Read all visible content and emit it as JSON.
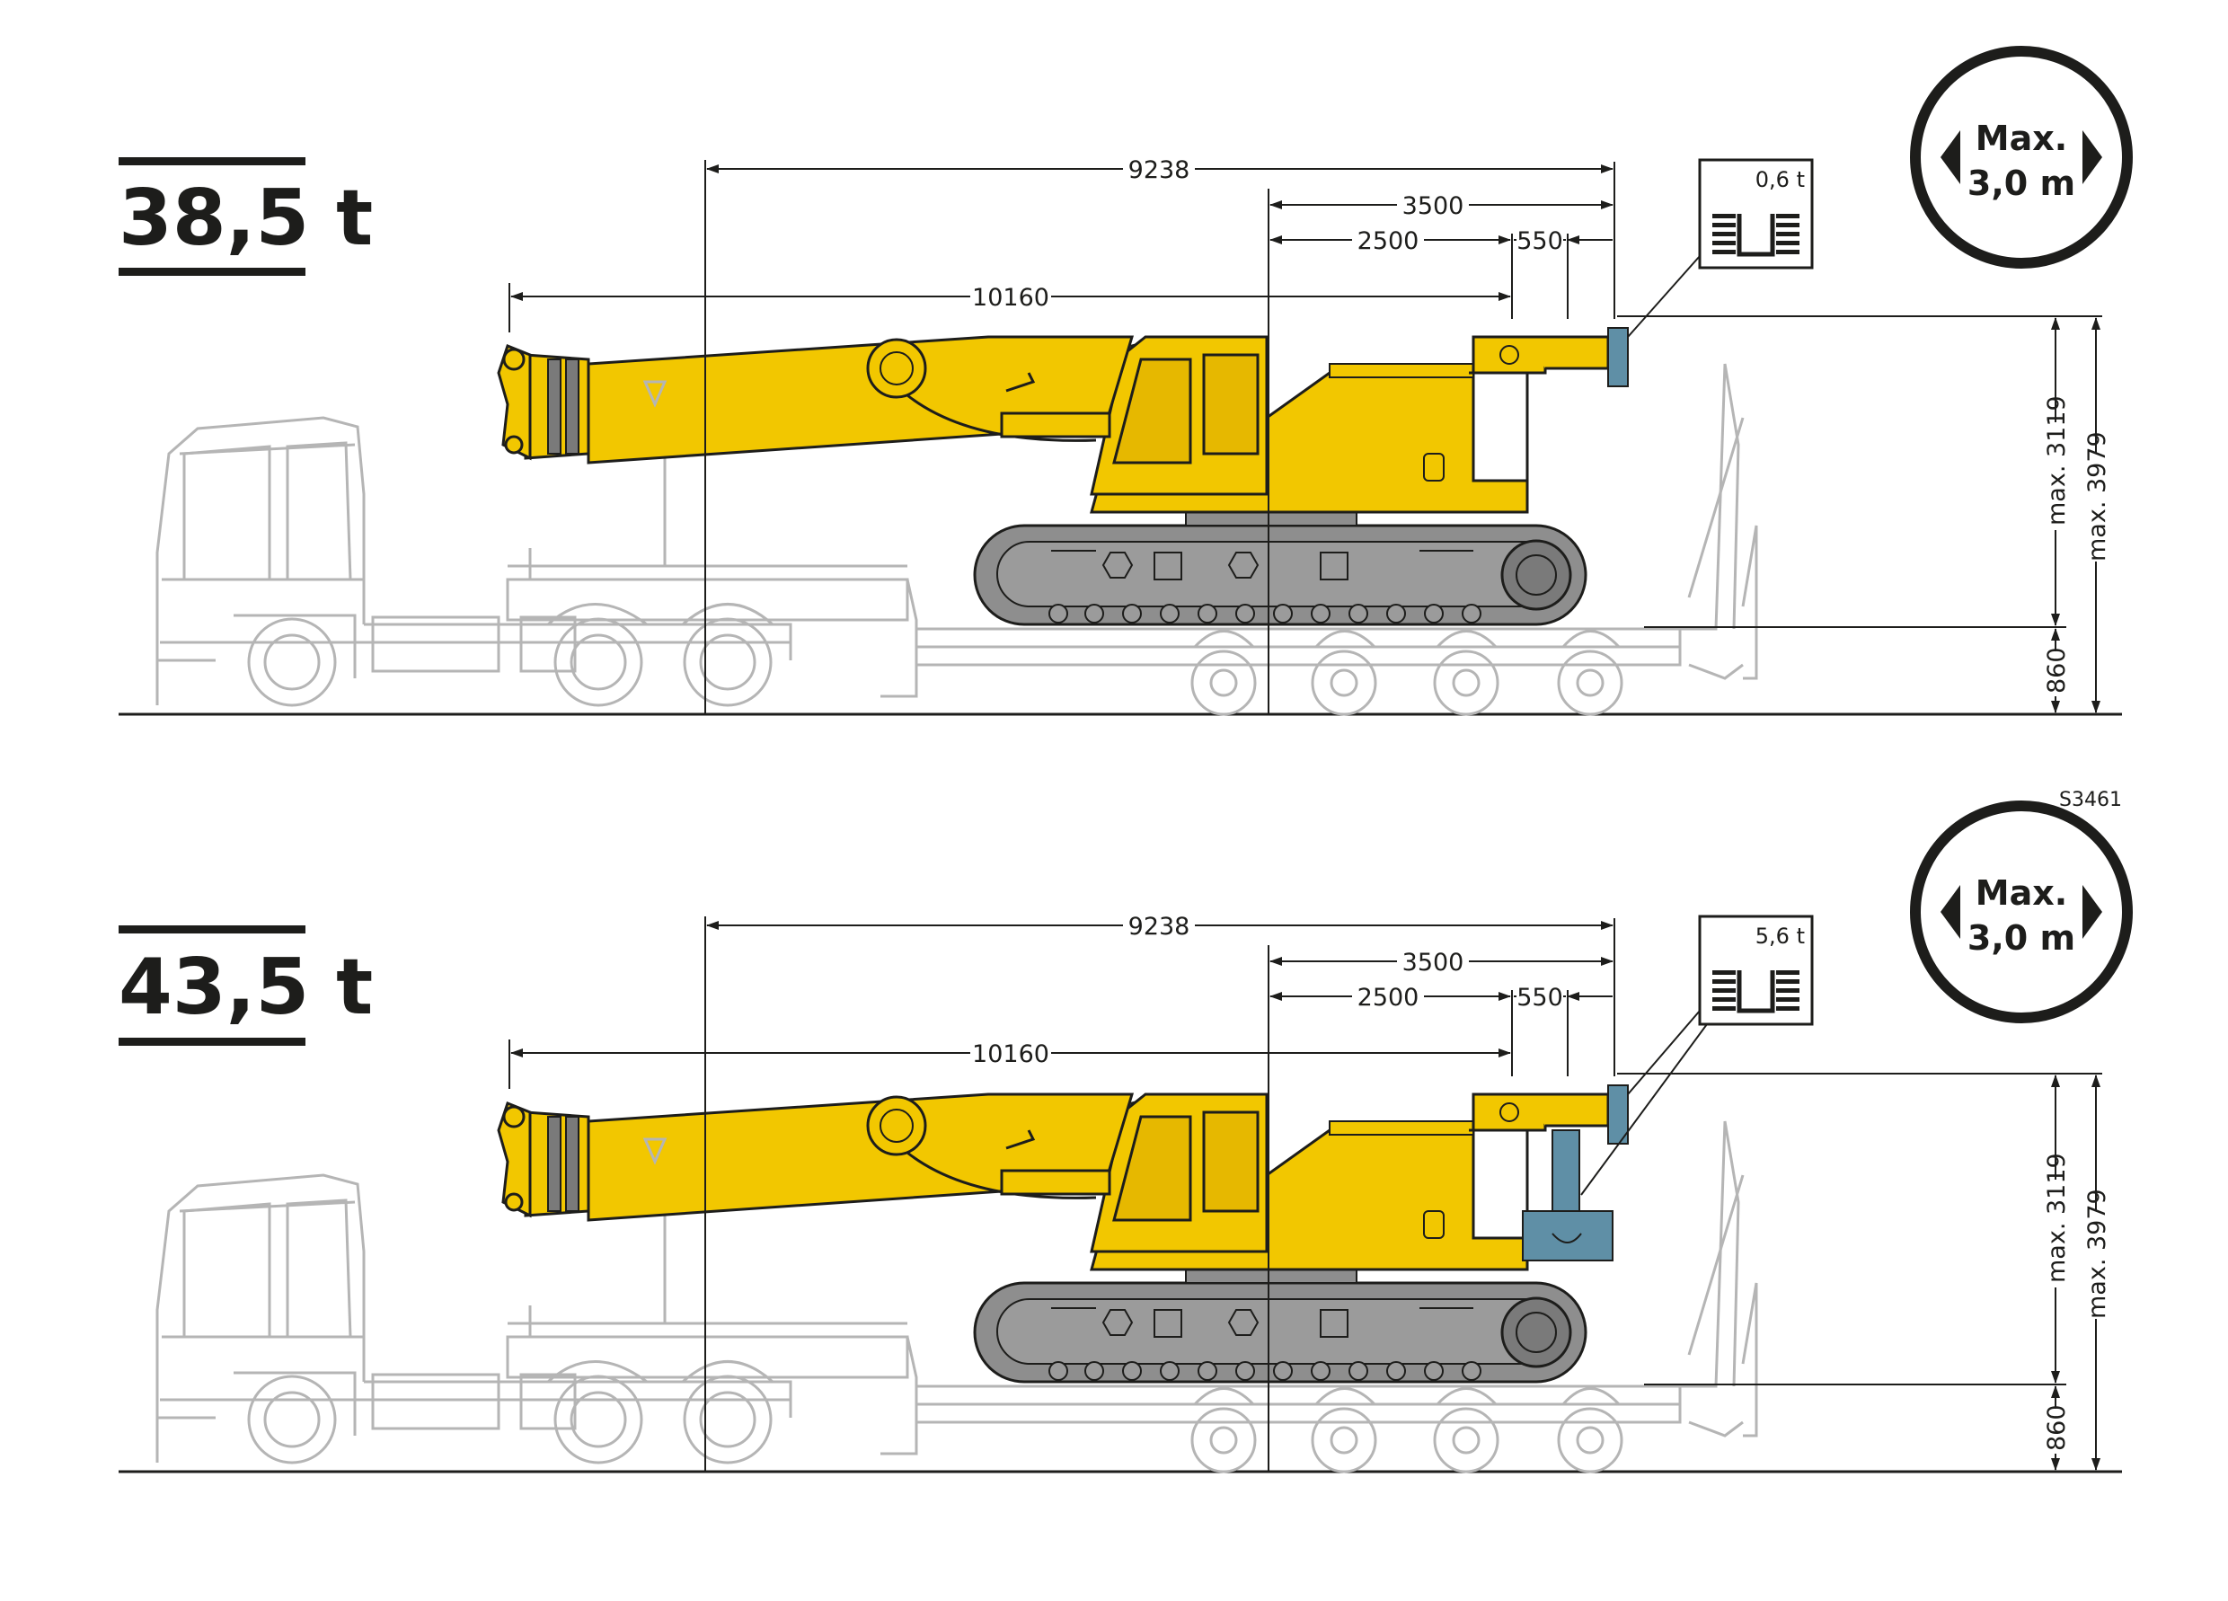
{
  "figure_code": "S3461",
  "colors": {
    "crane_yellow": "#f2c700",
    "crane_outline": "#1d1d1b",
    "crawler_gray": "#8e8e8e",
    "counterweight_blue": "#5f8fa6",
    "truck_gray": "#b5b5b5",
    "line": "#1d1d1b"
  },
  "configs": [
    {
      "weight": "38,5 t",
      "counterweight": "0,6 t",
      "sign": {
        "line1": "Max.",
        "line2": "3,0 m"
      },
      "dims": {
        "d9238": "9238",
        "d3500": "3500",
        "d2500": "2500",
        "d550": "550",
        "d10160": "10160",
        "h3119": "max. 3119",
        "h3979": "max. 3979",
        "h860": "860"
      }
    },
    {
      "weight": "43,5 t",
      "counterweight": "5,6 t",
      "sign": {
        "line1": "Max.",
        "line2": "3,0 m"
      },
      "dims": {
        "d9238": "9238",
        "d3500": "3500",
        "d2500": "2500",
        "d550": "550",
        "d10160": "10160",
        "h3119": "max. 3119",
        "h3979": "max. 3979",
        "h860": "860"
      }
    }
  ]
}
